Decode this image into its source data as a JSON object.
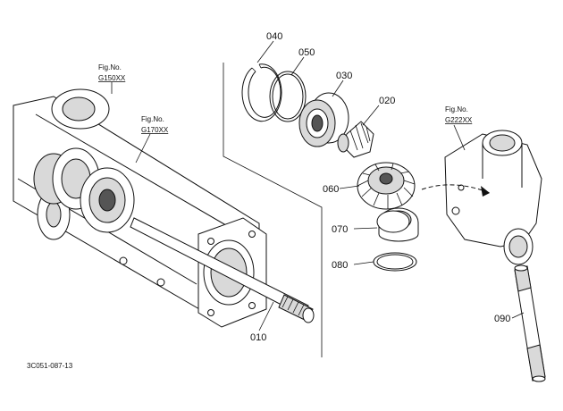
{
  "figure_refs": {
    "g150": {
      "prefix": "Fig.No.",
      "code": "G150XX"
    },
    "g170": {
      "prefix": "Fig.No.",
      "code": "G170XX"
    },
    "g222": {
      "prefix": "Fig.No.",
      "code": "G222XX"
    }
  },
  "parts": {
    "p010": "010",
    "p020": "020",
    "p030": "030",
    "p040": "040",
    "p050": "050",
    "p060": "060",
    "p070": "070",
    "p080": "080",
    "p090": "090"
  },
  "document_code": "3C051-087-13"
}
